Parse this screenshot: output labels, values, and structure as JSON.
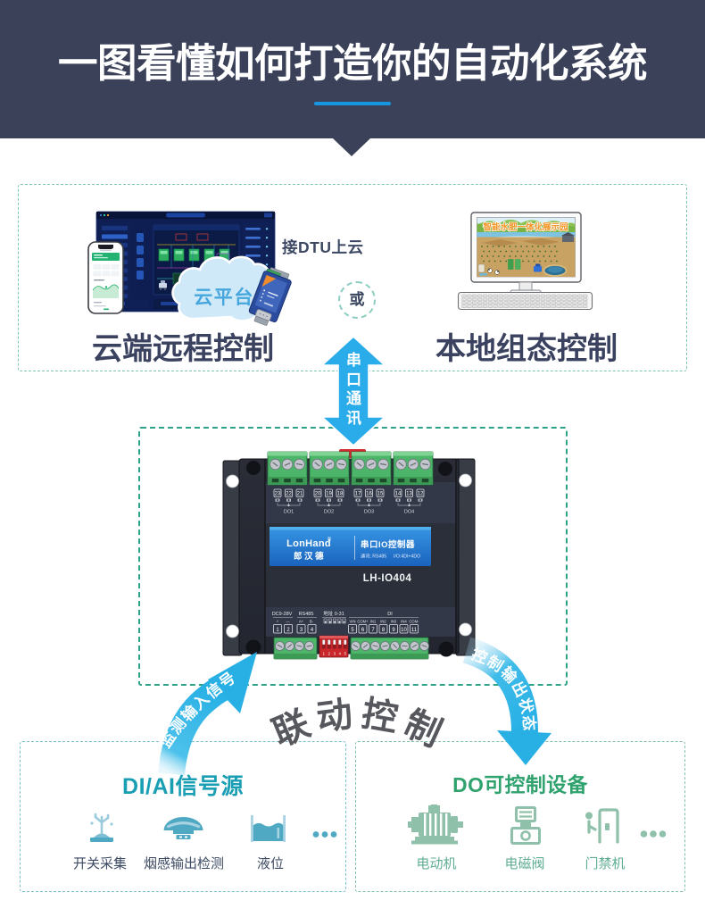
{
  "header": {
    "title": "一图看懂如何打造你的自动化系统"
  },
  "colors": {
    "header_bg": "#3A4159",
    "title_underline": "#1695E1",
    "serial_arrow_blue": "#29ACE9",
    "curve_arrow_cyan": "#28B0E5",
    "dark_text": "#3A4260",
    "linkage_text_grey": "#585A60",
    "box1_border": "#7CC6AE",
    "box2_border": "#2CA287",
    "box3_border": "#7BBFD2",
    "box4_border": "#7FC0AA",
    "di_accent": "#1A9EB4",
    "do_accent": "#2FA26E",
    "di_icon_teal": "#4FA9C3",
    "di_icon_light": "#9CCBDE",
    "do_icon_sage": "#8FC0AA",
    "device_label_blue": "#2378D2",
    "terminal_green": "#4DB56A",
    "dip_red": "#C9272C",
    "cloud_fill": "#CFE9F8",
    "cloud_text_blue": "#46A6DD"
  },
  "cloud_section": {
    "dtu_note": "接DTU上云",
    "cloud_label": "云平台",
    "or_label": "或",
    "left_caption": "云端远程控制",
    "right_caption": "本地组态控制",
    "monitor_banner": "智能水肥一体化展示园"
  },
  "serial_arrow": {
    "label": "串口通讯"
  },
  "device": {
    "brand_en": "LonHand",
    "reg_mark": "®",
    "brand_cn": "郎汉德",
    "panel_title": "串口IO控制器",
    "panel_sub_left": "通讯: RS485",
    "panel_sub_right": "I/O:4DI+4DO",
    "model": "LH-IO404",
    "do_groups": [
      {
        "label": "DO1",
        "pins": [
          "23",
          "22",
          "21"
        ]
      },
      {
        "label": "DO2",
        "pins": [
          "20",
          "19",
          "18"
        ]
      },
      {
        "label": "DO3",
        "pins": [
          "17",
          "16",
          "15"
        ]
      },
      {
        "label": "DO4",
        "pins": [
          "14",
          "13",
          "12"
        ]
      }
    ],
    "power_label": "DC9-28V",
    "power_pins": [
      "+",
      "—"
    ],
    "rs485_label": "RS485",
    "rs485_pins": [
      "A+",
      "B-"
    ],
    "addr_label": "地址 0-31",
    "di_label": "DI",
    "di_pins": [
      "VIN",
      "COM+",
      "IN1",
      "IN2",
      "IN3",
      "IN4",
      "COM-"
    ],
    "terminal_numbers": [
      "1",
      "2",
      "3",
      "4",
      "5",
      "6",
      "7",
      "8",
      "9",
      "10",
      "11"
    ],
    "dip_numbers": [
      "1",
      "2",
      "3",
      "4",
      "5"
    ]
  },
  "linkage": {
    "input_arrow_label": "监测输入信号",
    "output_arrow_label": "控制输出状态",
    "center_label": "联动控制"
  },
  "di_box": {
    "title": "DI/AI信号源",
    "items": [
      {
        "label": "开关采集",
        "icon": "switch-collect-icon"
      },
      {
        "label": "烟感输出检测",
        "icon": "smoke-detector-icon"
      },
      {
        "label": "液位",
        "icon": "liquid-level-icon"
      }
    ]
  },
  "do_box": {
    "title": "DO可控制设备",
    "items": [
      {
        "label": "电动机",
        "icon": "motor-icon"
      },
      {
        "label": "电磁阀",
        "icon": "solenoid-valve-icon"
      },
      {
        "label": "门禁机",
        "icon": "access-control-icon"
      }
    ]
  }
}
